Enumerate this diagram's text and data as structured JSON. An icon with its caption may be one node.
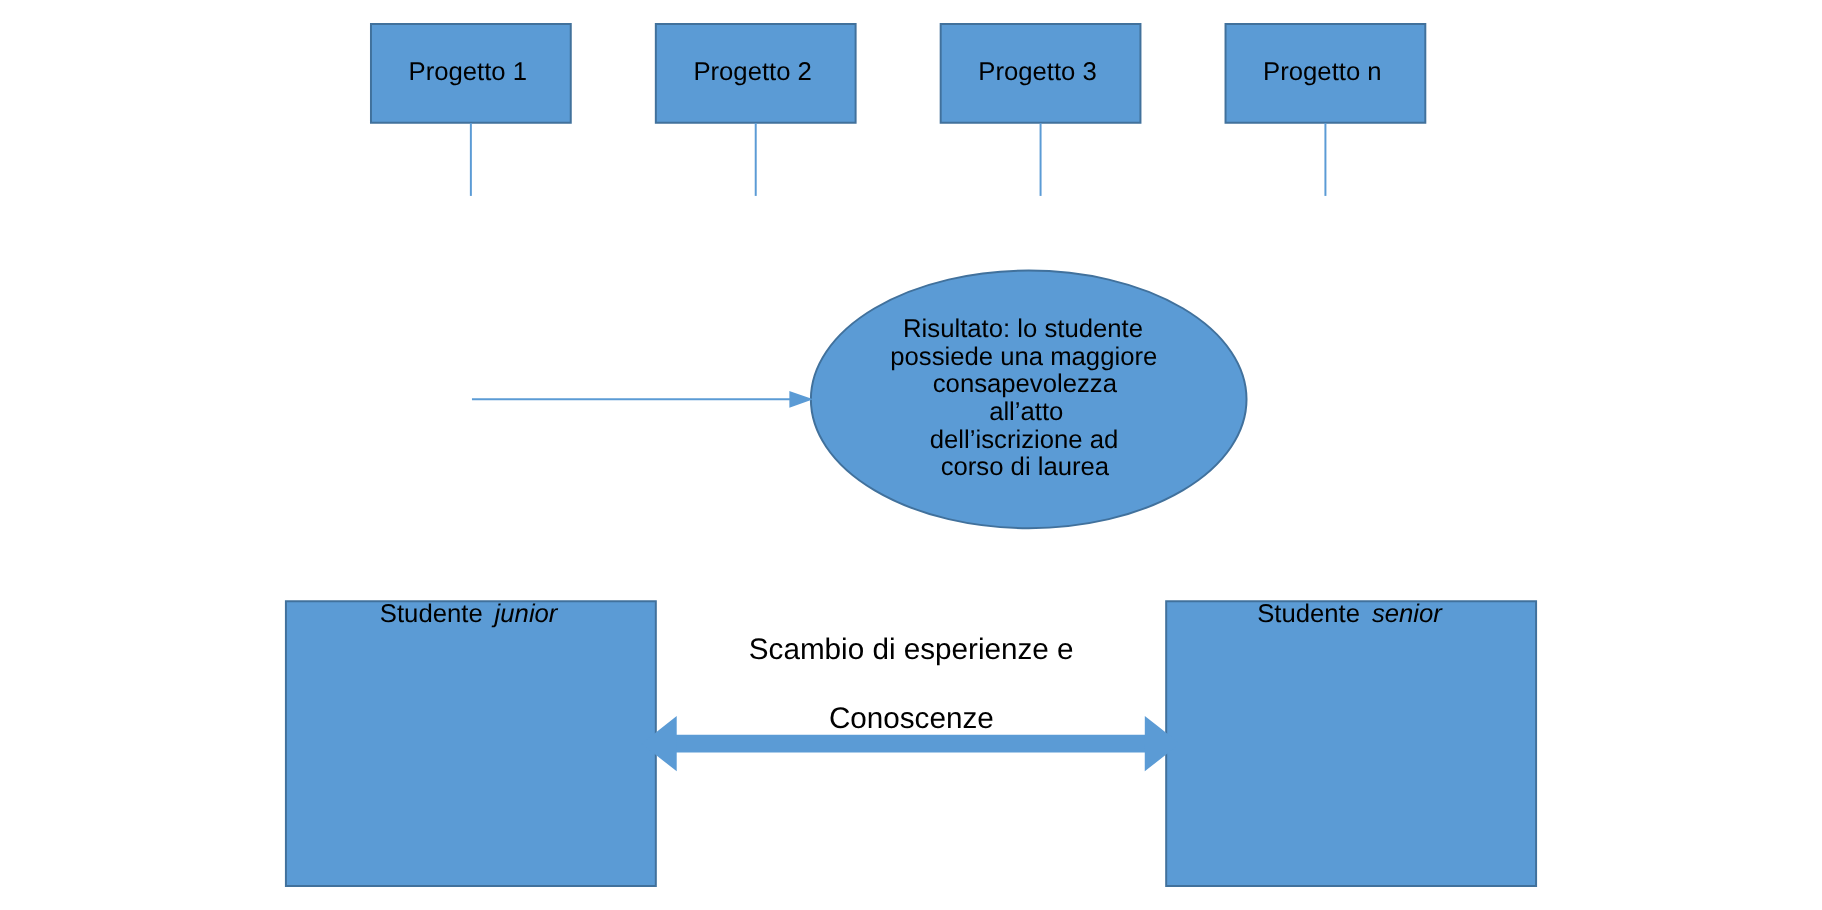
{
  "diagram": {
    "nodes": [
      {
        "text": [
          "Progetto 1"
        ]
      },
      {
        "text": [
          "Progetto 2"
        ]
      },
      {
        "text": [
          "Progetto 3"
        ]
      },
      {
        "text": [
          "Progetto n"
        ]
      },
      {
        "text": [
          "Risultato: lo studente possiede una maggiore consapevolezza all’atto dell’iscrizione ad corso di laurea"
        ]
      },
      {
        "text": [
          "Studente *junior*"
        ]
      },
      {
        "text": [
          "Studente *senior*"
        ]
      }
    ],
    "edges": [
      {
        "from": 0,
        "to": null,
        "arrow": "none"
      },
      {
        "from": 1,
        "to": null,
        "arrow": "none"
      },
      {
        "from": 2,
        "to": null,
        "arrow": "none"
      },
      {
        "from": 3,
        "to": null,
        "arrow": "none"
      },
      {
        "from": null,
        "to": 4,
        "arrow": "to"
      },
      {
        "from": 5,
        "to": 6,
        "arrow": "both",
        "label": "Scambio di esperienze e Conoscenze",
        "style": "thick"
      }
    ]
  }
}
